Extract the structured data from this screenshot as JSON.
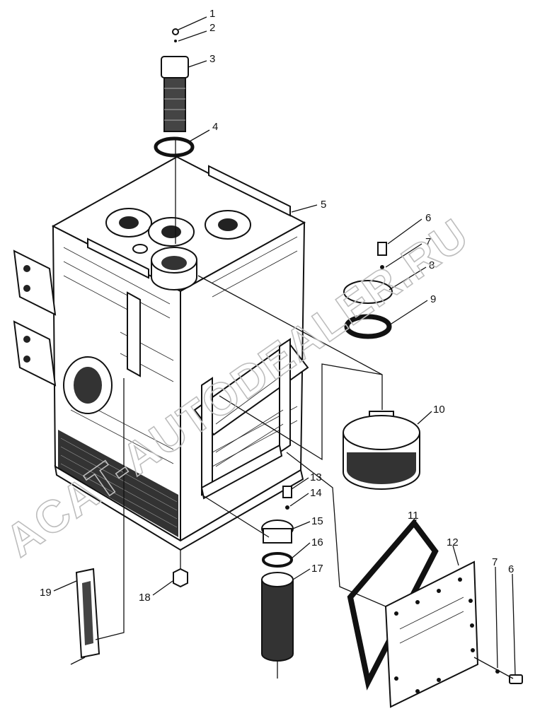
{
  "watermark": "ACAT-AUTODEALER.RU",
  "callouts": {
    "c1": "1",
    "c2": "2",
    "c3": "3",
    "c4": "4",
    "c5": "5",
    "c6a": "6",
    "c7a": "7",
    "c8": "8",
    "c9": "9",
    "c10": "10",
    "c11": "11",
    "c12": "12",
    "c7b": "7",
    "c6b": "6",
    "c13": "13",
    "c14": "14",
    "c15": "15",
    "c16": "16",
    "c17": "17",
    "c18": "18",
    "c19": "19"
  }
}
